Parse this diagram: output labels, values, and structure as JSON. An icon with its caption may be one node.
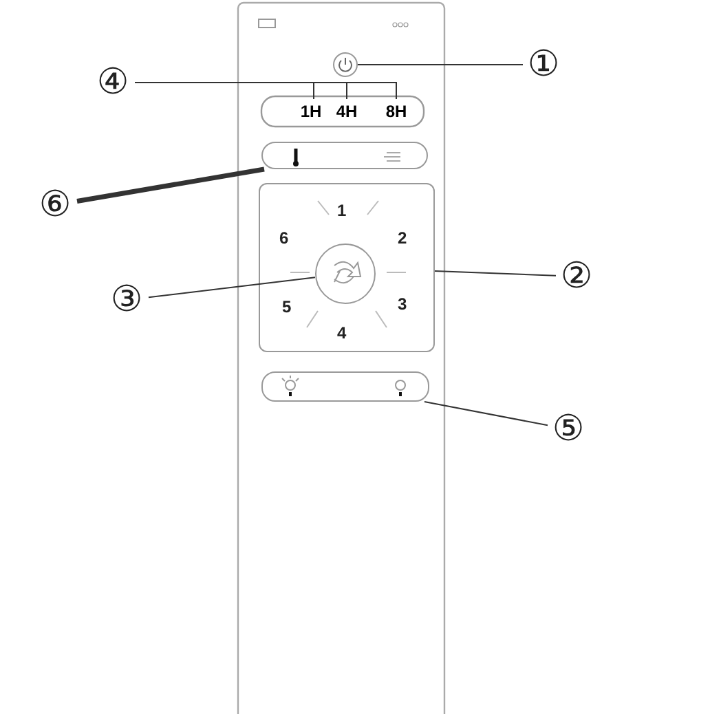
{
  "diagram": {
    "nodes": [
      {
        "text": [
          "①"
        ]
      },
      {
        "text": [],
        "shape": "circle"
      },
      {
        "text": [
          "④"
        ]
      },
      {
        "text": [
          "1H"
        ]
      },
      {
        "text": [
          "4H"
        ]
      },
      {
        "text": [
          "8H"
        ]
      },
      {
        "text": [
          "⑥"
        ]
      },
      {
        "text": [],
        "shape": "bar"
      },
      {
        "text": [
          "②"
        ]
      },
      {
        "text": [
          "1",
          "6",
          "2",
          "5",
          "3",
          "4"
        ]
      },
      {
        "text": [
          "③"
        ]
      },
      {
        "text": [],
        "shape": "circle",
        "in": 9
      },
      {
        "text": [
          "⑤"
        ]
      },
      {
        "text": [],
        "shape": "bar"
      }
    ],
    "edges": [
      {
        "from": 0,
        "to": 1,
        "arrow": "none"
      },
      {
        "from": 2,
        "to": 3,
        "arrow": "none"
      },
      {
        "from": 2,
        "to": 4,
        "arrow": "none"
      },
      {
        "from": 2,
        "to": 5,
        "arrow": "none"
      },
      {
        "from": 6,
        "to": 7,
        "arrow": "none",
        "style": "thick"
      },
      {
        "from": 8,
        "to": 9,
        "arrow": "none"
      },
      {
        "from": 10,
        "to": 11,
        "arrow": "none"
      },
      {
        "from": 12,
        "to": 13,
        "arrow": "none"
      }
    ]
  }
}
